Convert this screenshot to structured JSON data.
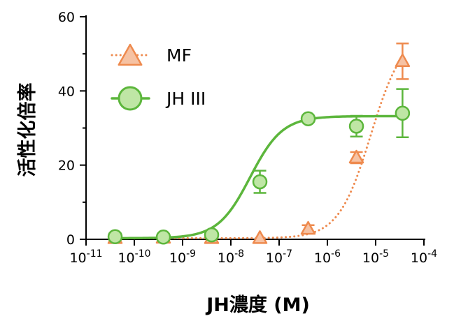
{
  "chart_data": {
    "type": "scatter",
    "xlabel": "JH濃度 (M)",
    "ylabel": "活性化倍率",
    "x_scale": "log",
    "xlim": [
      1e-11,
      0.0001
    ],
    "ylim": [
      0,
      60
    ],
    "x_ticks": [
      {
        "base": "10",
        "exp": "-11",
        "value": 1e-11
      },
      {
        "base": "10",
        "exp": "-10",
        "value": 1e-10
      },
      {
        "base": "10",
        "exp": "-9",
        "value": 1e-09
      },
      {
        "base": "10",
        "exp": "-8",
        "value": 1e-08
      },
      {
        "base": "10",
        "exp": "-7",
        "value": 1e-07
      },
      {
        "base": "10",
        "exp": "-6",
        "value": 1e-06
      },
      {
        "base": "10",
        "exp": "-5",
        "value": 1e-05
      },
      {
        "base": "10",
        "exp": "-4",
        "value": 0.0001
      }
    ],
    "y_ticks": [
      "0",
      "20",
      "40",
      "60"
    ],
    "y_tick_values": [
      0,
      20,
      40,
      60
    ],
    "legend_position": "top-left",
    "series": [
      {
        "name": "MF",
        "marker": "triangle",
        "line_style": "dotted",
        "color": "#ee8a4e",
        "fill": "#f6c2a3",
        "x": [
          4e-11,
          4e-10,
          4e-09,
          4e-08,
          4e-07,
          4e-06,
          3.6e-05
        ],
        "y": [
          0.3,
          0.4,
          0.3,
          0.3,
          2.8,
          22,
          48
        ],
        "error": [
          0,
          0,
          0,
          0,
          1,
          1.5,
          4.8
        ],
        "fit": {
          "bottom": 0.3,
          "top": 56,
          "log_ec50": -5.1,
          "hill": 1.3
        }
      },
      {
        "name": "JH III",
        "marker": "circle",
        "line_style": "solid",
        "color": "#5cb63c",
        "fill": "#bfe6a5",
        "x": [
          4e-11,
          4e-10,
          4e-09,
          4e-08,
          4e-07,
          4e-06,
          3.6e-05
        ],
        "y": [
          0.7,
          0.6,
          1.2,
          15.5,
          32.5,
          30.5,
          34
        ],
        "error": [
          0,
          0,
          0,
          3,
          0.8,
          2.8,
          6.5
        ],
        "fit": {
          "bottom": 0.3,
          "top": 33.2,
          "log_ec50": -7.6,
          "hill": 1.3
        }
      }
    ]
  }
}
